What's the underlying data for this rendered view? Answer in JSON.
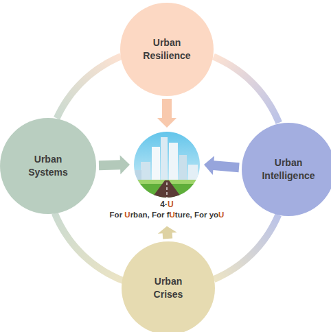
{
  "diagram": {
    "nodes": [
      {
        "text": [
          "Urban Resilience"
        ]
      },
      {
        "text": [
          "Urban Systems"
        ]
      },
      {
        "text": [
          "4·U",
          "For Urban, For fUture, For yoU"
        ]
      },
      {
        "text": [
          "Urban Intelligence"
        ]
      },
      {
        "text": [
          "Urban Crises"
        ]
      }
    ],
    "edges": [
      {
        "from": 0,
        "to": 2,
        "arrow": "to"
      },
      {
        "from": 1,
        "to": 2,
        "arrow": "to"
      },
      {
        "from": 3,
        "to": 2,
        "arrow": "to"
      },
      {
        "from": 4,
        "to": 2,
        "arrow": "to"
      },
      {
        "from": 0,
        "to": 3,
        "arrow": "none"
      },
      {
        "from": 3,
        "to": 4,
        "arrow": "none"
      },
      {
        "from": 4,
        "to": 1,
        "arrow": "none"
      },
      {
        "from": 1,
        "to": 0,
        "arrow": "none"
      }
    ]
  }
}
